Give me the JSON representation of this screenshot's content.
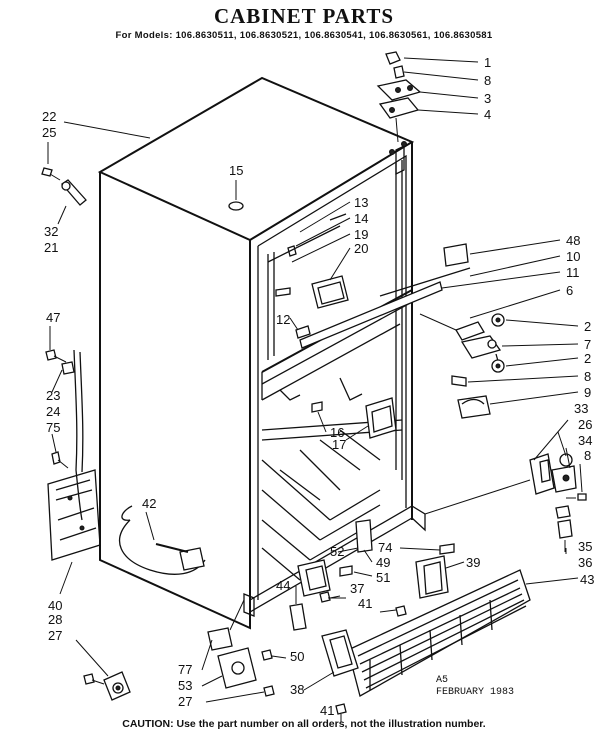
{
  "header": {
    "title": "CABINET PARTS",
    "models": "For Models: 106.8630511, 106.8630521, 106.8630541, 106.8630561, 106.8630581"
  },
  "labels": {
    "l1": "1",
    "l8a": "8",
    "l3": "3",
    "l4": "4",
    "l22": "22",
    "l25": "25",
    "l32": "32",
    "l21": "21",
    "l15": "15",
    "l13": "13",
    "l14": "14",
    "l19": "19",
    "l20": "20",
    "l12": "12",
    "l48": "48",
    "l10": "10",
    "l11": "11",
    "l6": "6",
    "l2a": "2",
    "l7": "7",
    "l2b": "2",
    "l8b": "8",
    "l9": "9",
    "l47": "47",
    "l23": "23",
    "l24": "24",
    "l75": "75",
    "l16": "16",
    "l17": "17",
    "l33": "33",
    "l26": "26",
    "l34": "34",
    "l8c": "8",
    "l42": "42",
    "l35": "35",
    "l36": "36",
    "l52": "52",
    "l74": "74",
    "l49": "49",
    "l51": "51",
    "l39": "39",
    "l43": "43",
    "l40": "40",
    "l28": "28",
    "l27a": "27",
    "l44": "44",
    "l37": "37",
    "l41a": "41",
    "l50": "50",
    "l77": "77",
    "l53": "53",
    "l27b": "27",
    "l38": "38",
    "l41b": "41"
  },
  "annotation": {
    "code": "A5",
    "date": "FEBRUARY 1983"
  },
  "footer": {
    "caution": "CAUTION: Use the part number on all orders, not the illustration number."
  }
}
